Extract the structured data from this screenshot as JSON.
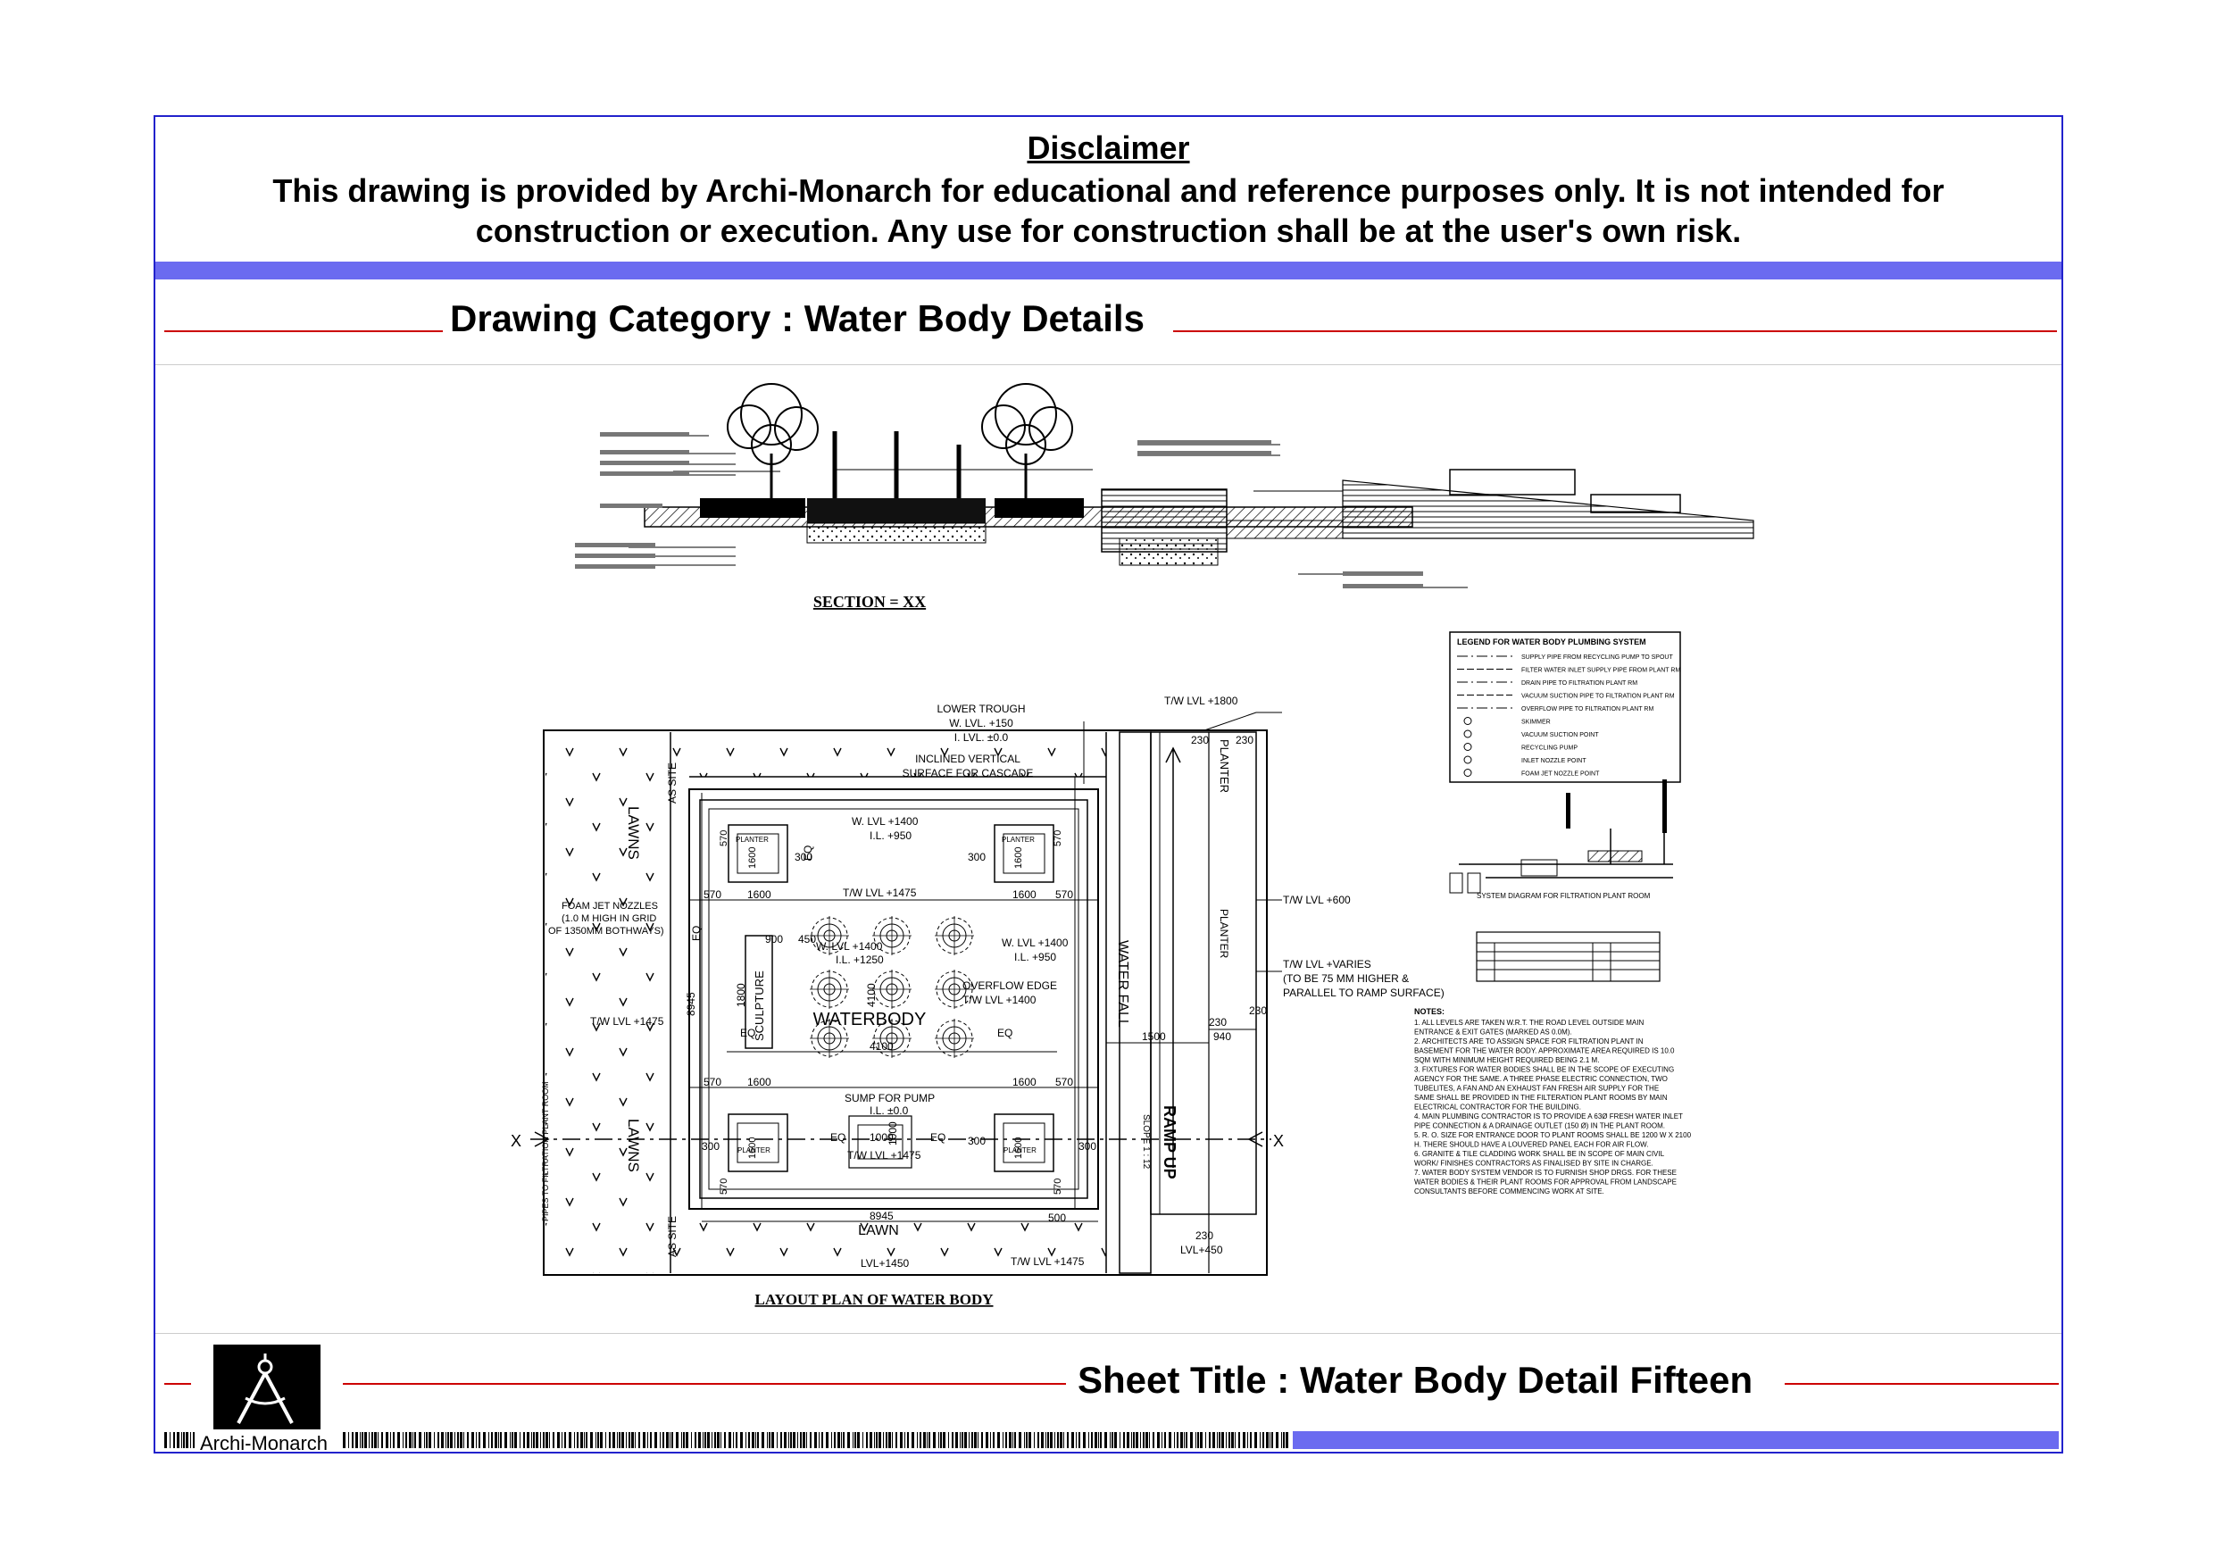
{
  "disclaimer": {
    "title": "Disclaimer",
    "line1": "This drawing is provided by Archi-Monarch for educational and reference purposes only. It is not intended for",
    "line2": "construction or execution. Any use for construction shall be at the user's own risk."
  },
  "category": {
    "label": "Drawing Category : Water Body Details"
  },
  "section": {
    "caption": "SECTION = XX"
  },
  "plan": {
    "caption": "LAYOUT PLAN OF WATER BODY",
    "lawns": "LAWNS",
    "lawn": "LAWN",
    "as_site": "AS SITE",
    "waterbody": "WATERBODY",
    "sculpture": "SCULPTURE",
    "planter": "PLANTER",
    "water_fall": "WATER FALL",
    "ramp_up": "RAMP UP",
    "slope": "SLOPE 1 : 12",
    "pipes": "PIPES TO FILTRATION PLANT ROOM",
    "x_mark": "X",
    "lower_trough": "LOWER TROUGH",
    "w_lvl_150": "W. LVL. +150",
    "il_0": "I. LVL. ±0.0",
    "inclined1": "INCLINED VERTICAL",
    "inclined2": "SURFACE FOR CASCADE",
    "tw_1800": "T/W LVL +1800",
    "tw_600": "T/W LVL +600",
    "tw_varies1": "T/W LVL +VARIES",
    "tw_varies2": "(TO BE 75 MM HIGHER &",
    "tw_varies3": "PARALLEL TO RAMP SURFACE)",
    "w_1400": "W. LVL +1400",
    "il_950": "I.L. +950",
    "tw_1475": "T/W LVL +1475",
    "foam1": "FOAM JET NOZZLES",
    "foam2": "(1.0 M HIGH IN GRID",
    "foam3": "OF 1350MM BOTHWAYS)",
    "wlvl_1400b": "W. LVL +1400",
    "il_1250": "I.L. +1250",
    "overflow": "OVERFLOW EDGE",
    "tw_1400": "T/W LVL +1400",
    "sump": "SUMP FOR PUMP",
    "il_pm0": "I.L. ±0.0",
    "lvl_1450": "LVL+1450",
    "lvl_450": "LVL+450",
    "tw_1475b": "T/W LVL +1475",
    "d1600": "1600",
    "d570": "570",
    "d300": "300",
    "d8945": "8945",
    "d4100": "4100",
    "d1500": "1500",
    "d940": "940",
    "d230": "230",
    "d900": "900",
    "d450": "450",
    "d1800": "1800",
    "d1000": "1000",
    "d500": "500",
    "eq": "EQ"
  },
  "legend": {
    "title": "LEGEND FOR WATER BODY PLUMBING SYSTEM",
    "items": [
      "SUPPLY PIPE FROM RECYCLING PUMP TO SPOUT",
      "FILTER WATER INLET SUPPLY PIPE FROM PLANT RM",
      "DRAIN PIPE TO FILTRATION PLANT RM",
      "VACUUM SUCTION PIPE TO FILTRATION PLANT RM",
      "OVERFLOW PIPE TO FILTRATION PLANT RM",
      "SKIMMER",
      "VACUUM SUCTION POINT",
      "RECYCLING PUMP",
      "INLET NOZZLE POINT",
      "FOAM JET NOZZLE POINT"
    ]
  },
  "system_diagram": {
    "caption": "SYSTEM DIAGRAM FOR FILTRATION PLANT ROOM"
  },
  "notes": {
    "title": "NOTES:",
    "lines": [
      "1. ALL LEVELS ARE TAKEN W.R.T. THE ROAD LEVEL OUTSIDE MAIN",
      "ENTRANCE & EXIT GATES (MARKED AS 0.0M).",
      "2. ARCHITECTS ARE TO ASSIGN SPACE FOR FILTRATION PLANT IN",
      "BASEMENT FOR THE WATER BODY. APPROXIMATE AREA REQUIRED IS 10.0",
      "SQM WITH MINIMUM HEIGHT REQUIRED BEING 2.1 M.",
      "3. FIXTURES FOR WATER BODIES SHALL BE IN THE SCOPE OF EXECUTING",
      "AGENCY FOR THE SAME. A THREE PHASE ELECTRIC CONNECTION, TWO",
      "TUBELITES, A FAN AND AN EXHAUST FAN FRESH AIR SUPPLY FOR THE",
      "SAME SHALL BE PROVIDED IN THE FILTERATION PLANT ROOMS BY MAIN",
      "ELECTRICAL CONTRACTOR FOR THE BUILDING.",
      "4. MAIN PLUMBING CONTRACTOR IS TO PROVIDE A 63Ø FRESH WATER INLET",
      "PIPE CONNECTION & A DRAINAGE OUTLET (150 Ø) IN THE PLANT ROOM.",
      "5. R. O. SIZE FOR ENTRANCE DOOR TO PLANT ROOMS SHALL BE 1200 W X 2100",
      "H. THERE SHOULD HAVE A LOUVERED PANEL EACH FOR AIR FLOW.",
      "6. GRANITE & TILE CLADDING WORK SHALL BE IN SCOPE OF MAIN CIVIL",
      "WORK/ FINISHES CONTRACTORS AS FINALISED BY SITE IN CHARGE.",
      "7. WATER BODY SYSTEM VENDOR IS TO FURNISH SHOP DRGS. FOR THESE",
      "WATER BODIES & THEIR PLANT ROOMS FOR APPROVAL FROM LANDSCAPE",
      "CONSULTANTS BEFORE COMMENCING WORK AT SITE."
    ]
  },
  "footer": {
    "sheet_title": "Sheet Title : Water Body Detail Fifteen",
    "brand": "Archi-Monarch"
  },
  "colors": {
    "frame": "#2222cc",
    "band": "#6b6bf0",
    "rule": "#cc0000"
  }
}
